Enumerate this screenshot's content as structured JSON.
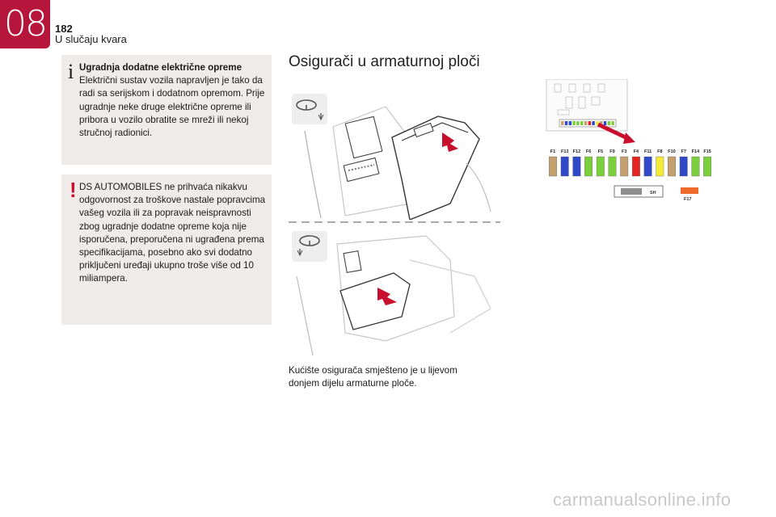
{
  "header": {
    "chapter_number": "08",
    "page_number": "182",
    "section_title": "U slučaju kvara"
  },
  "info_box": {
    "icon": "info-icon",
    "heading": "Ugradnja dodatne električne opreme",
    "body": "Električni sustav vozila napravljen je tako da radi sa serijskom i dodatnom opremom. Prije ugradnje neke druge električne opreme ili pribora u vozilo obratite se mreži ili nekoj stručnoj radionici."
  },
  "warning_box": {
    "icon": "warning-icon",
    "body": "DS AUTOMOBILES ne prihvaća nikakvu odgovornost za troškove nastale popravcima vašeg vozila ili za popravak neispravnosti zbog ugradnje dodatne opreme koja nije isporučena, preporučena ni ugrađena prema specifikacijama, posebno ako svi dodatno priključeni uređaji ukupno troše više od 10 miliampera."
  },
  "main": {
    "title": "Osigurači u armaturnoj ploči",
    "caption": "Kućište osigurača smješteno je u lijevom donjem dijelu armaturne ploče."
  },
  "fuse_diagram": {
    "fuses": [
      {
        "label": "F1",
        "color": "#c4a06e"
      },
      {
        "label": "F13",
        "color": "#2f49c9"
      },
      {
        "label": "F12",
        "color": "#2f49c9"
      },
      {
        "label": "F6",
        "color": "#7ccf3c"
      },
      {
        "label": "F5",
        "color": "#7ccf3c"
      },
      {
        "label": "F9",
        "color": "#7ccf3c"
      },
      {
        "label": "F3",
        "color": "#c4a06e"
      },
      {
        "label": "F4",
        "color": "#e52521"
      },
      {
        "label": "F11",
        "color": "#2f49c9"
      },
      {
        "label": "F8",
        "color": "#f2ea36"
      },
      {
        "label": "F10",
        "color": "#c4a06e"
      },
      {
        "label": "F7",
        "color": "#2f49c9"
      },
      {
        "label": "F14",
        "color": "#7ccf3c"
      },
      {
        "label": "F15",
        "color": "#7ccf3c"
      }
    ],
    "shunt_label": "SH",
    "f17_label": "F17",
    "f17_color": "#ef6a2a",
    "arrow_color": "#c8102e"
  },
  "watermark": "carmanualsonline.info"
}
